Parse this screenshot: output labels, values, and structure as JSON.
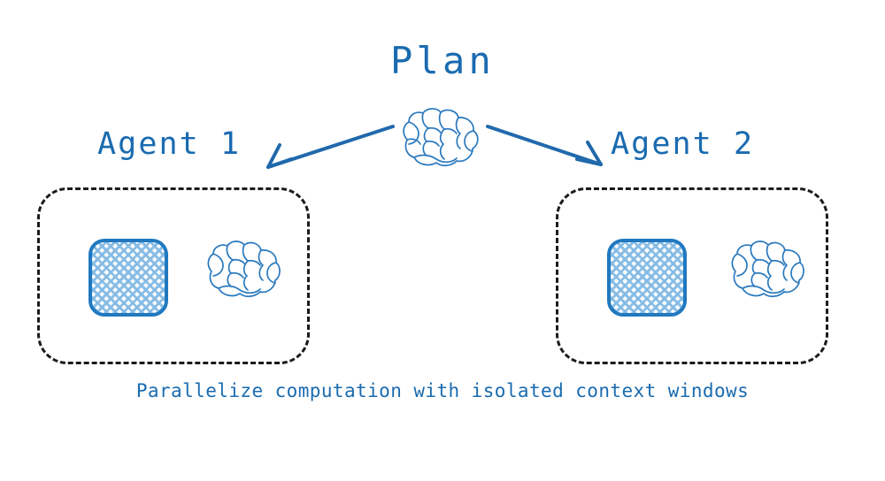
{
  "diagram": {
    "title": "Plan",
    "caption": "Parallelize computation with isolated context windows",
    "background_color": "#ffffff",
    "accent_color": "#1a6bb0",
    "hatch_color": "#84bae4",
    "dash_color": "#1b1b1b",
    "center_node": {
      "label": "Plan",
      "icon": "brain-icon"
    },
    "agents": [
      {
        "label": "Agent 1",
        "context_window_icon": "hatched-square-icon",
        "brain_icon": "brain-icon"
      },
      {
        "label": "Agent 2",
        "context_window_icon": "hatched-square-icon",
        "brain_icon": "brain-icon"
      }
    ],
    "arrows": [
      {
        "name": "arrow-plan-to-agent-1",
        "direction": "down-left"
      },
      {
        "name": "arrow-plan-to-agent-2",
        "direction": "down-right"
      }
    ]
  }
}
